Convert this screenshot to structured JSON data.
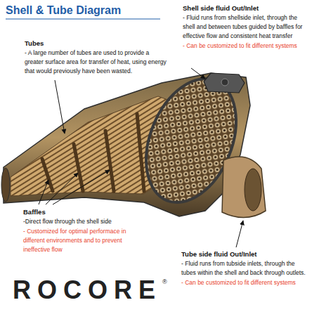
{
  "diagram": {
    "title": "Shell & Tube Diagram",
    "labels": [
      "Tubes",
      "- A large number of tubes are used to provide a greater surface area for transfer of heat, using energy that would previously have been wasted.",
      "Shell side fluid Out/Inlet",
      "- Fluid runs from shellside inlet, through the shell and between tubes guided by baffles for effective flow and consistent heat transfer",
      "- Can be customized to fit different systems",
      "Baffles",
      "-Direct flow through the shell side",
      "- Customized for optimal performace in different environments and to prevent ineffective flow",
      "Tube side fluid Out/Inlet",
      "- Fluid runs from tubside inlets, through the tubes within the shell and back through outlets.",
      "- Can be customized to fit different systems",
      "ROCORE",
      "®"
    ]
  }
}
